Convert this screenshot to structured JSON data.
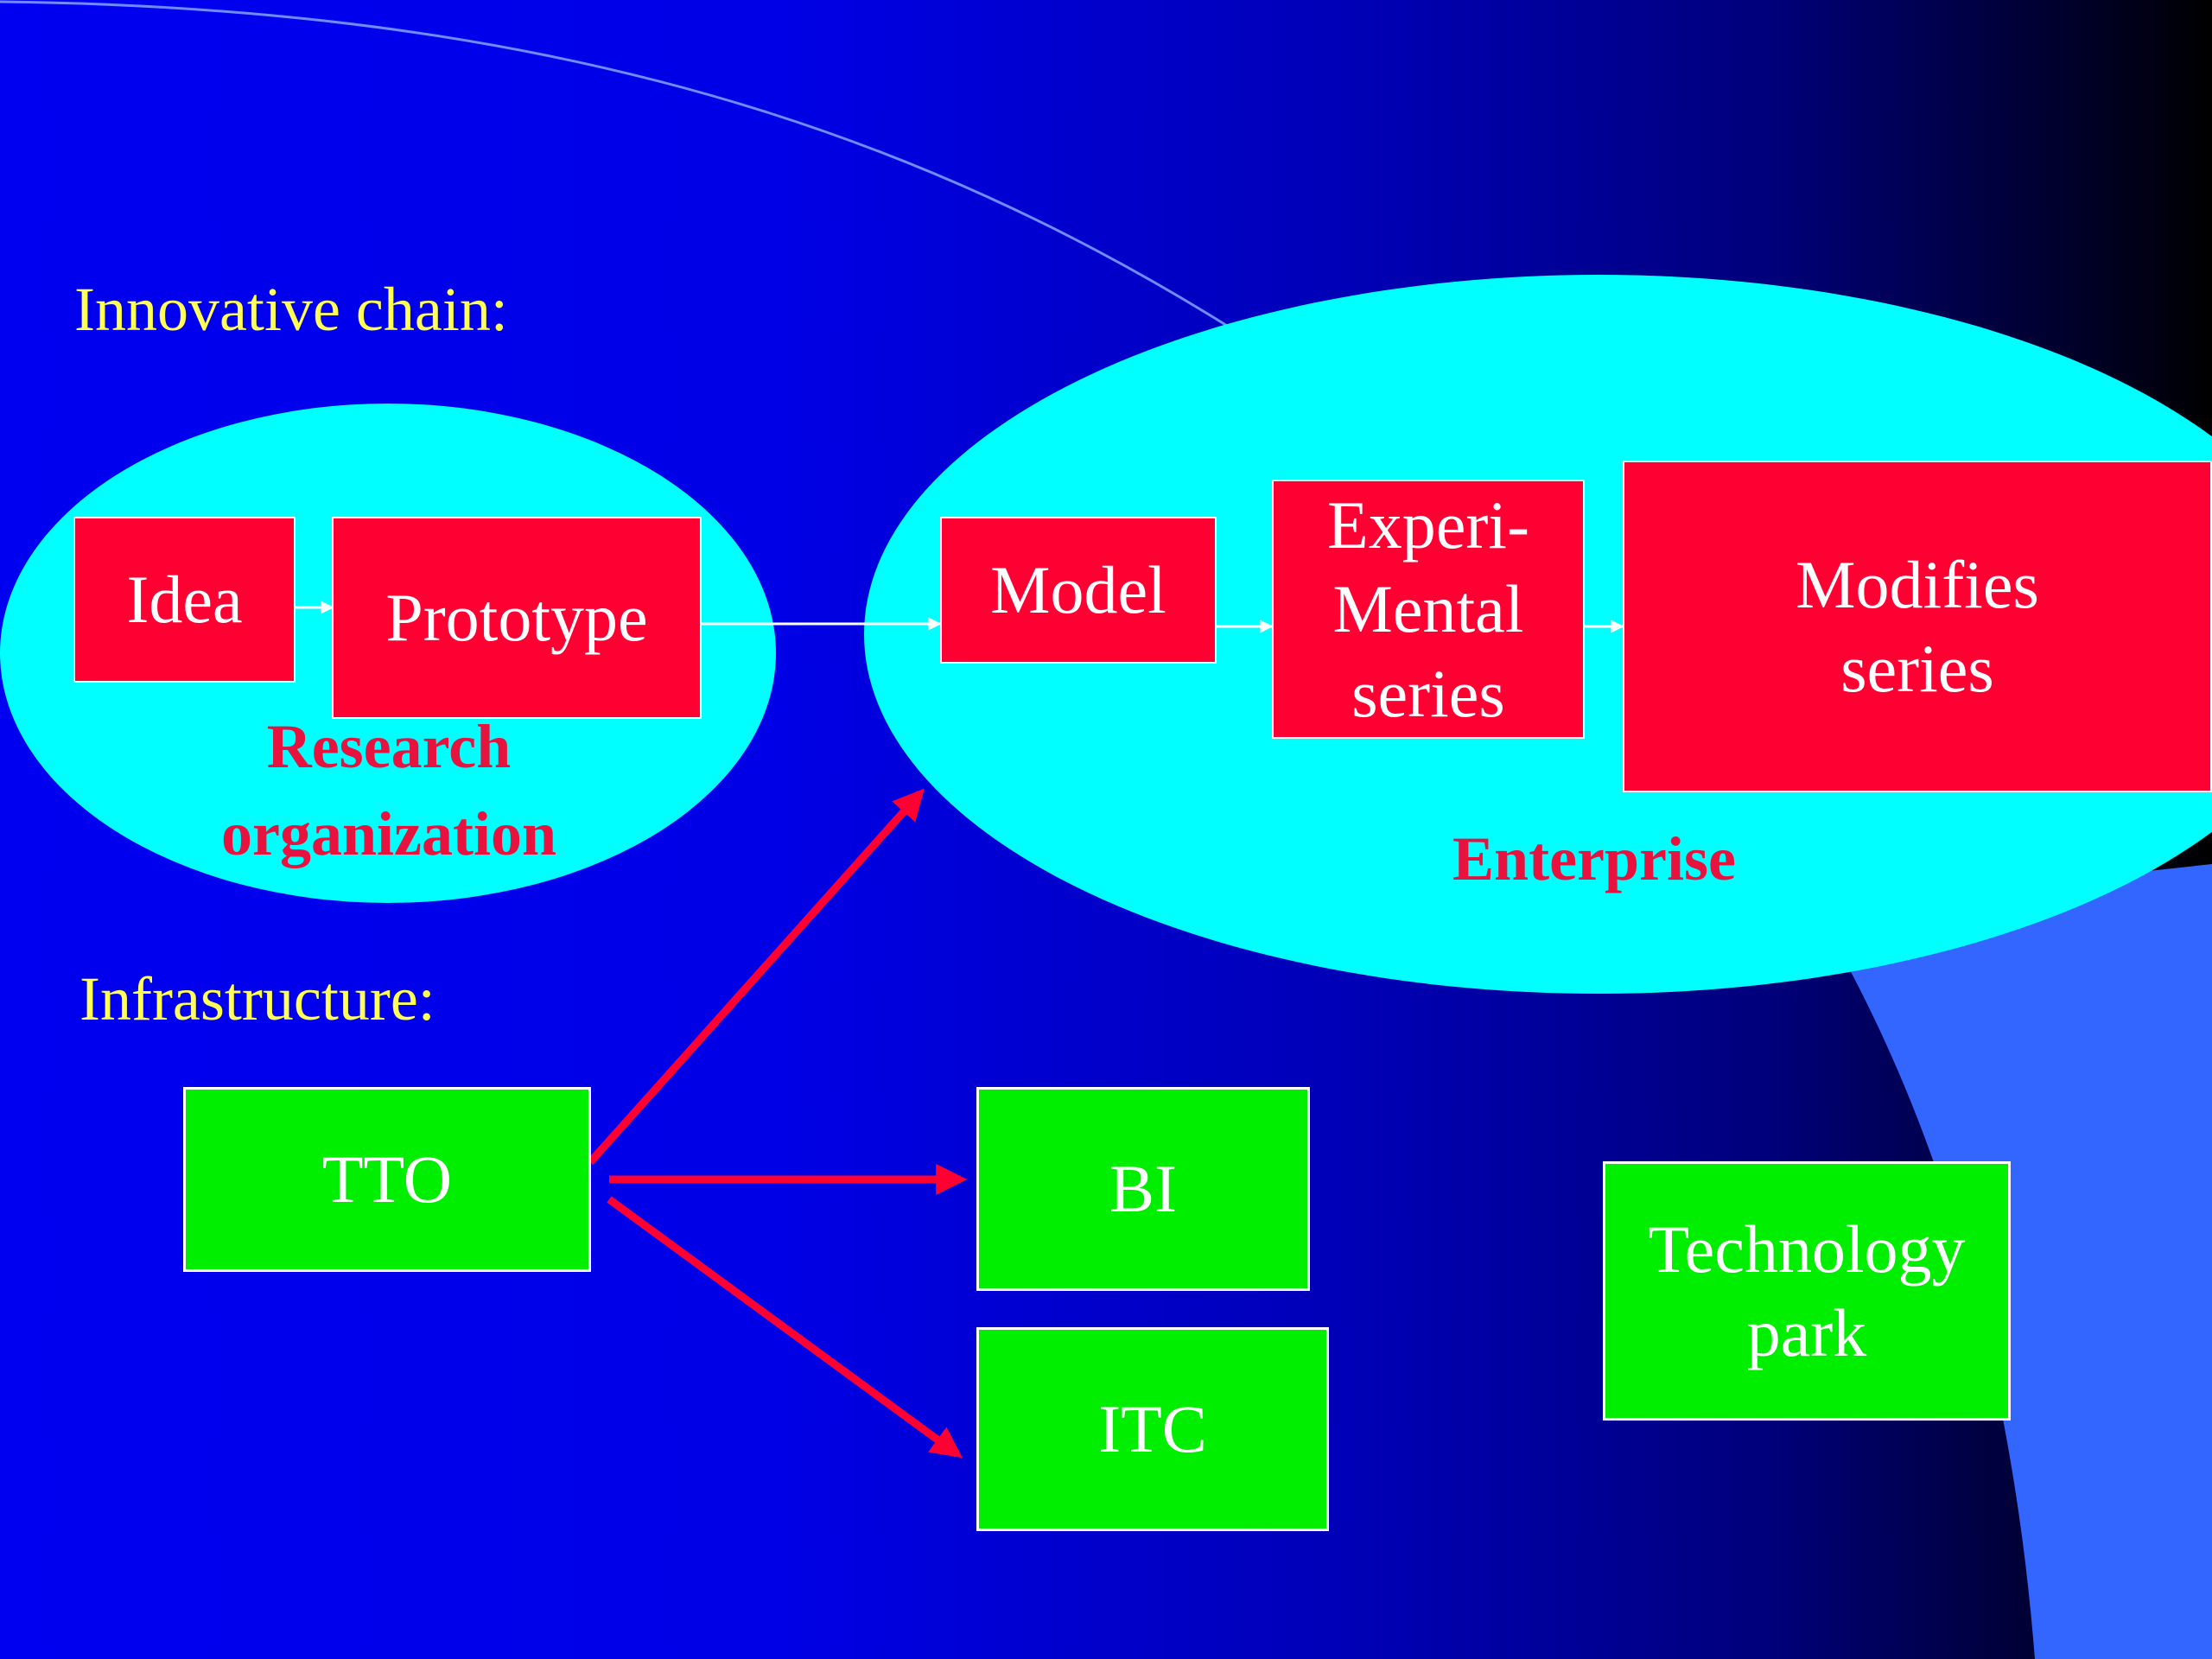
{
  "headings": {
    "chain": "Innovative chain:",
    "infrastructure": "Infrastructure:"
  },
  "chain": {
    "research": {
      "label": "Research\norganization",
      "steps": [
        "Idea",
        "Prototype"
      ]
    },
    "enterprise": {
      "label": "Enterprise",
      "steps": [
        "Model",
        "Experi-\nMental\nseries",
        "Modifies\nseries"
      ]
    }
  },
  "infrastructure": {
    "tto": "TTO",
    "bi": "BI",
    "itc": "ITC",
    "technology_park": "Technology\npark"
  },
  "colors": {
    "heading": "#ffff55",
    "ellipse": "#00ffff",
    "chain_box": "#ff0033",
    "group_label": "#e8123f",
    "infra_box": "#00ee00",
    "infra_arrow": "#ff0033"
  }
}
